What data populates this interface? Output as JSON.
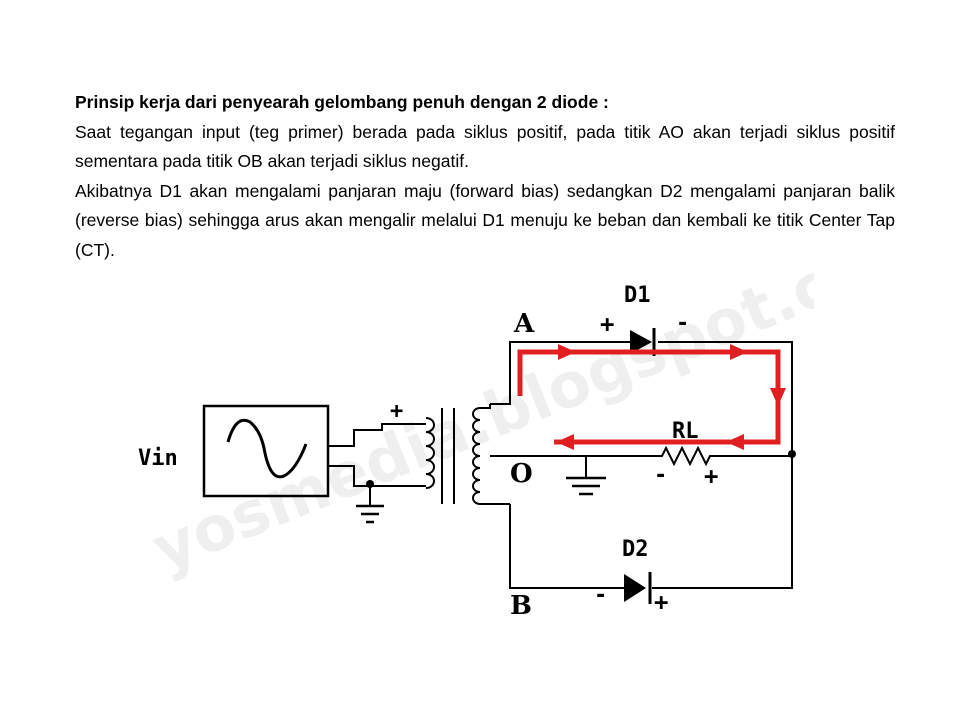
{
  "document": {
    "heading": "Prinsip kerja dari penyearah gelombang penuh dengan 2 diode :",
    "paragraph_1": "Saat tegangan input (teg primer) berada pada siklus positif, pada titik AO akan terjadi siklus positif sementara pada titik OB akan terjadi siklus negatif.",
    "paragraph_2": "Akibatnya D1 akan mengalami panjaran maju (forward bias) sedangkan D2 mengalami panjaran balik (reverse bias) sehingga arus akan mengalir melalui D1 menuju ke beban dan kembali ke titik Center Tap (CT)."
  },
  "diagram": {
    "labels": {
      "vin": "Vin",
      "point_a": "A",
      "point_o": "O",
      "point_b": "B",
      "d1": "D1",
      "d2": "D2",
      "rl": "RL",
      "plus": "+",
      "minus": "-"
    },
    "watermark": "yosmedia.blogspot.com",
    "current_path_color": "#e02020"
  }
}
